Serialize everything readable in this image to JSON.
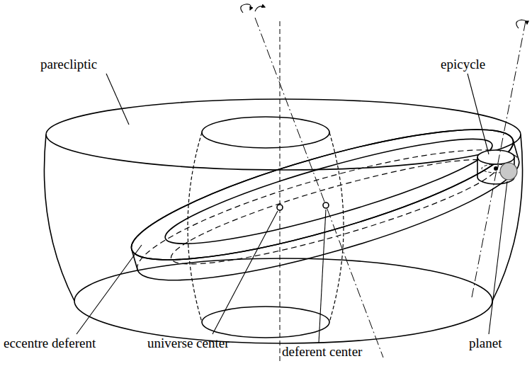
{
  "diagram": {
    "labels": [
      "parecliptic",
      "epicycle",
      "eccentre deferent",
      "universe center",
      "deferent center",
      "planet"
    ]
  }
}
